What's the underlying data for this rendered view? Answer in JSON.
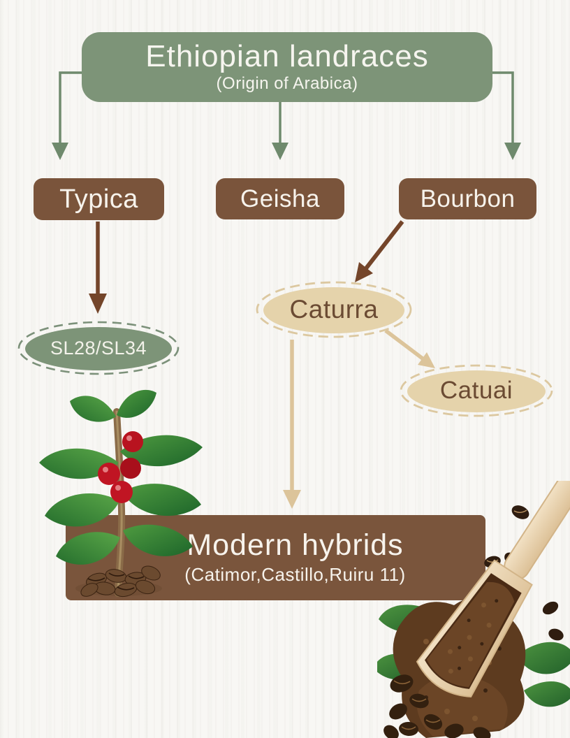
{
  "diagram": {
    "root": {
      "title": "Ethiopian landraces",
      "subtitle": "(Origin of Arabica)"
    },
    "level1": [
      {
        "id": "typica",
        "label": "Typica"
      },
      {
        "id": "geisha",
        "label": "Geisha"
      },
      {
        "id": "bourbon",
        "label": "Bourbon"
      }
    ],
    "level2": [
      {
        "id": "sl28-sl34",
        "label": "SL28/SL34"
      },
      {
        "id": "caturra",
        "label": "Caturra"
      },
      {
        "id": "catuai",
        "label": "Catuai"
      }
    ],
    "hybrids": {
      "title": "Modern hybrids",
      "subtitle": "(Catimor,Castillo,Ruiru 11)"
    },
    "edges": [
      {
        "from": "Ethiopian landraces",
        "to": "Typica"
      },
      {
        "from": "Ethiopian landraces",
        "to": "Geisha"
      },
      {
        "from": "Ethiopian landraces",
        "to": "Bourbon"
      },
      {
        "from": "Typica",
        "to": "SL28/SL34"
      },
      {
        "from": "Bourbon",
        "to": "Caturra"
      },
      {
        "from": "Caturra",
        "to": "Catuai"
      },
      {
        "from": "Caturra",
        "to": "Modern hybrids"
      }
    ],
    "decorations": [
      {
        "name": "coffee-plant-illustration"
      },
      {
        "name": "coffee-scoop-illustration"
      }
    ],
    "colors": {
      "sage_green": "#7D9478",
      "box_brown": "#7A543B",
      "tan_fill": "#E5D3AB",
      "tan_dash": "#DCC8A0",
      "arrow_green": "#6F8A6D",
      "arrow_brown": "#74452A",
      "arrow_tan": "#DCC49A",
      "node_text_brown": "#6B4B33",
      "background": "#F8F7F4"
    }
  }
}
